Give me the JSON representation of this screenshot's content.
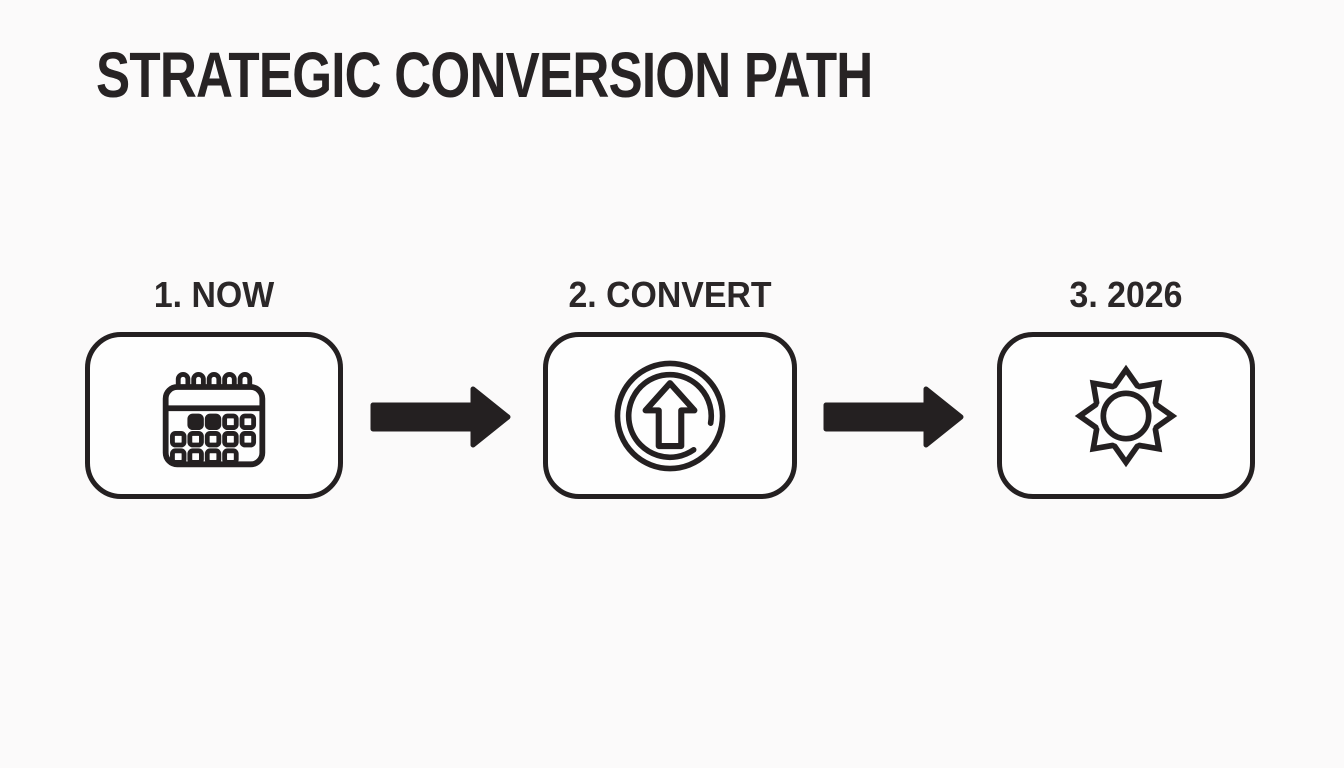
{
  "title": "STRATEGIC CONVERSION PATH",
  "steps": [
    {
      "label": "1. NOW",
      "icon": "calendar-icon"
    },
    {
      "label": "2. CONVERT",
      "icon": "circle-up-arrow-icon"
    },
    {
      "label": "3. 2026",
      "icon": "sun-icon"
    }
  ],
  "connectors": [
    {
      "icon": "arrow-right-icon"
    },
    {
      "icon": "arrow-right-icon"
    }
  ],
  "colors": {
    "background": "#fbfafa",
    "ink": "#242021",
    "box_fill": "#fefefe"
  }
}
